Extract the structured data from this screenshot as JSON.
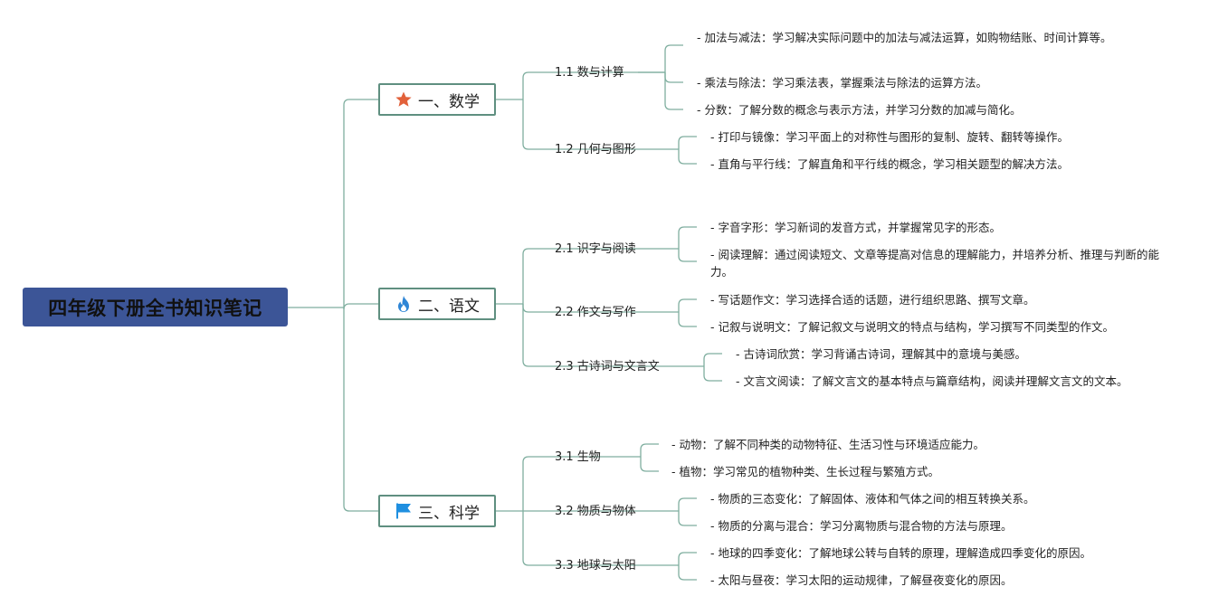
{
  "root": {
    "title": "四年级下册全书知识笔记"
  },
  "topics": [
    {
      "label": "一、数学",
      "icon": "star-icon",
      "icon_color": "#e2613a",
      "subs": [
        {
          "label": "1.1 数与计算",
          "leaves": [
            "- 加法与减法：学习解决实际问题中的加法与减法运算，如购物结账、时间计算等。",
            "- 乘法与除法：学习乘法表，掌握乘法与除法的运算方法。",
            "- 分数：了解分数的概念与表示方法，并学习分数的加减与简化。"
          ]
        },
        {
          "label": "1.2 几何与图形",
          "leaves": [
            "- 打印与镜像：学习平面上的对称性与图形的复制、旋转、翻转等操作。",
            "- 直角与平行线：了解直角和平行线的概念，学习相关题型的解决方法。"
          ]
        }
      ]
    },
    {
      "label": "二、语文",
      "icon": "flame-icon",
      "icon_color": "#2f86d6",
      "subs": [
        {
          "label": "2.1 识字与阅读",
          "leaves": [
            "- 字音字形：学习新词的发音方式，并掌握常见字的形态。",
            "- 阅读理解：通过阅读短文、文章等提高对信息的理解能力，并培养分析、推理与判断的能力。"
          ]
        },
        {
          "label": "2.2 作文与写作",
          "leaves": [
            "- 写话题作文：学习选择合适的话题，进行组织思路、撰写文章。",
            "- 记叙与说明文：了解记叙文与说明文的特点与结构，学习撰写不同类型的作文。"
          ]
        },
        {
          "label": "2.3 古诗词与文言文",
          "leaves": [
            "- 古诗词欣赏：学习背诵古诗词，理解其中的意境与美感。",
            "- 文言文阅读：了解文言文的基本特点与篇章结构，阅读并理解文言文的文本。"
          ]
        }
      ]
    },
    {
      "label": "三、科学",
      "icon": "flag-icon",
      "icon_color": "#1f8fe0",
      "subs": [
        {
          "label": "3.1 生物",
          "leaves": [
            "- 动物：了解不同种类的动物特征、生活习性与环境适应能力。",
            "- 植物：学习常见的植物种类、生长过程与繁殖方式。"
          ]
        },
        {
          "label": "3.2 物质与物体",
          "leaves": [
            "- 物质的三态变化：了解固体、液体和气体之间的相互转换关系。",
            "- 物质的分离与混合：学习分离物质与混合物的方法与原理。"
          ]
        },
        {
          "label": "3.3 地球与太阳",
          "leaves": [
            "- 地球的四季变化：了解地球公转与自转的原理，理解造成四季变化的原因。",
            "- 太阳与昼夜：学习太阳的运动规律，了解昼夜变化的原因。"
          ]
        }
      ]
    }
  ]
}
